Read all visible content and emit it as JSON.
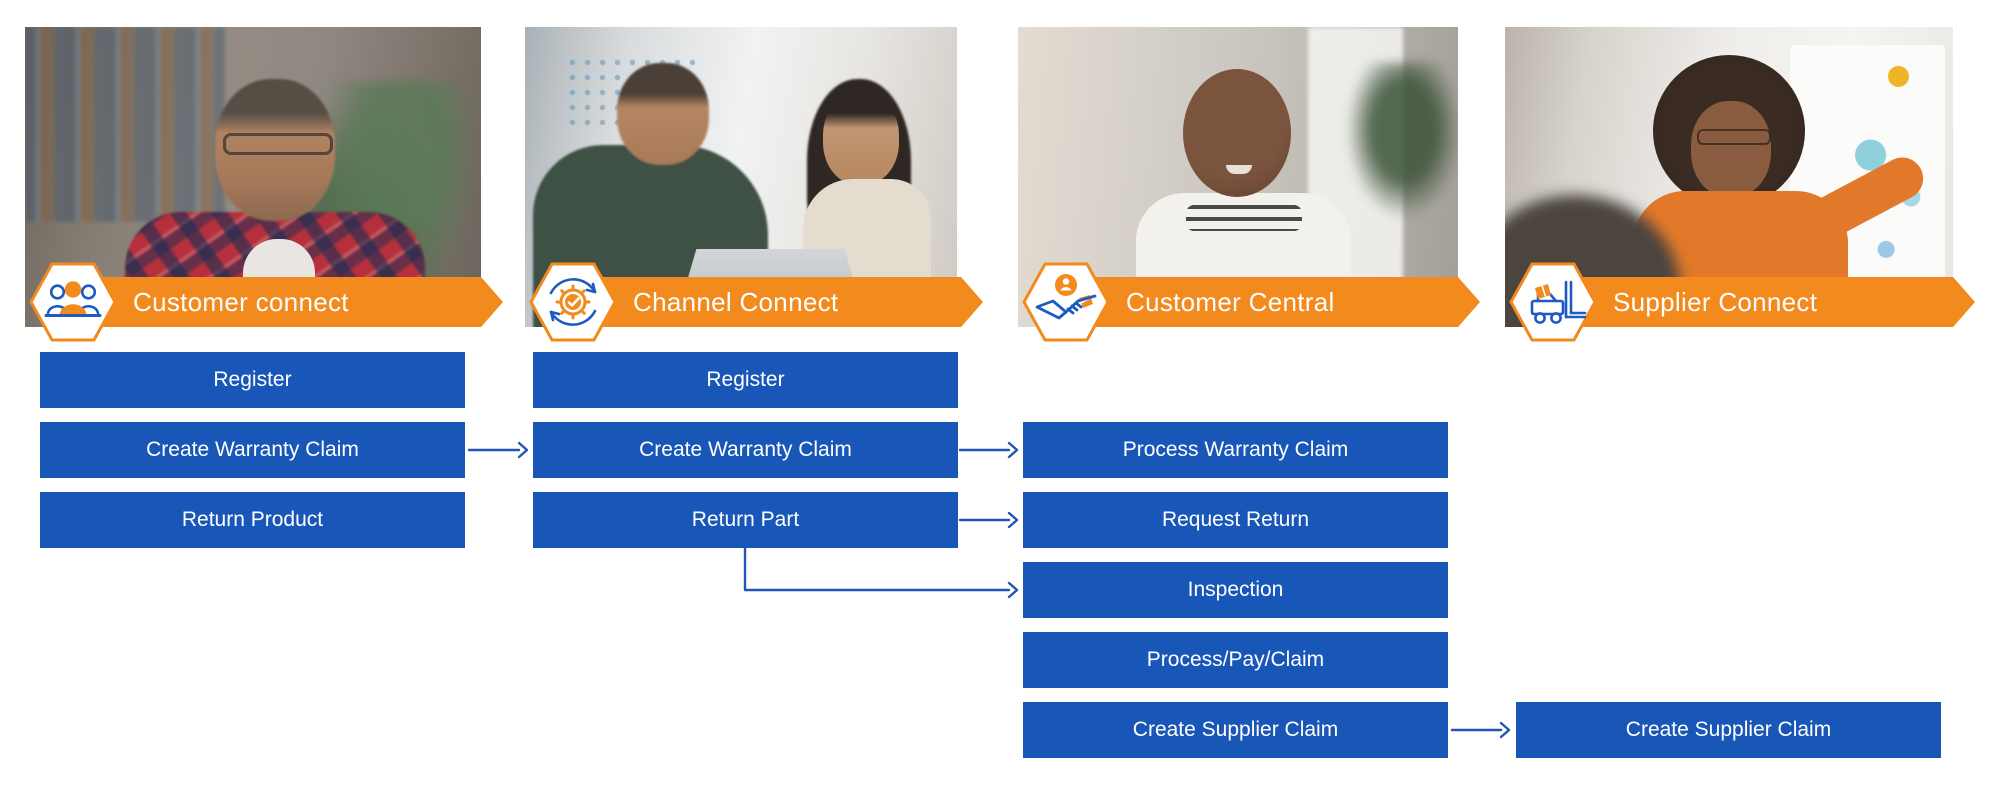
{
  "diagram": {
    "background": "#ffffff",
    "colors": {
      "banner_orange": "#F28A1D",
      "step_blue": "#1856B8",
      "icon_blue": "#1E5BC0",
      "arrow_blue": "#2356B4",
      "text_white": "#FFFFFF"
    },
    "columns": [
      {
        "banner": {
          "label": "Customer connect",
          "icon": "people-group-icon"
        },
        "photo": "man-with-glasses-in-plaid-shirt-at-desk",
        "steps": [
          "Register",
          "Create Warranty Claim",
          "Return Product"
        ]
      },
      {
        "banner": {
          "label": "Channel Connect",
          "icon": "sync-gear-check-icon"
        },
        "photo": "two-colleagues-working-on-laptop",
        "steps": [
          "Register",
          "Create Warranty Claim",
          "Return Part"
        ]
      },
      {
        "banner": {
          "label": "Customer Central",
          "icon": "handshake-person-icon"
        },
        "photo": "smiling-woman-in-white-shirt",
        "steps": [
          "Process Warranty Claim",
          "Request Return",
          "Inspection",
          "Process/Pay/Claim",
          "Create Supplier Claim"
        ]
      },
      {
        "banner": {
          "label": "Supplier Connect",
          "icon": "forklift-icon"
        },
        "photo": "woman-in-orange-shirt-at-whiteboard",
        "steps": [
          "Create Supplier Claim"
        ]
      }
    ],
    "connections": [
      {
        "from": "Customer connect: Create Warranty Claim",
        "to": "Channel Connect: Create Warranty Claim"
      },
      {
        "from": "Channel Connect: Create Warranty Claim",
        "to": "Customer Central: Process Warranty Claim"
      },
      {
        "from": "Channel Connect: Return Part",
        "to": "Customer Central: Request Return"
      },
      {
        "from": "Channel Connect: Return Part",
        "to": "Customer Central: Inspection"
      },
      {
        "from": "Customer Central: Create Supplier Claim",
        "to": "Supplier Connect: Create Supplier Claim"
      }
    ]
  }
}
